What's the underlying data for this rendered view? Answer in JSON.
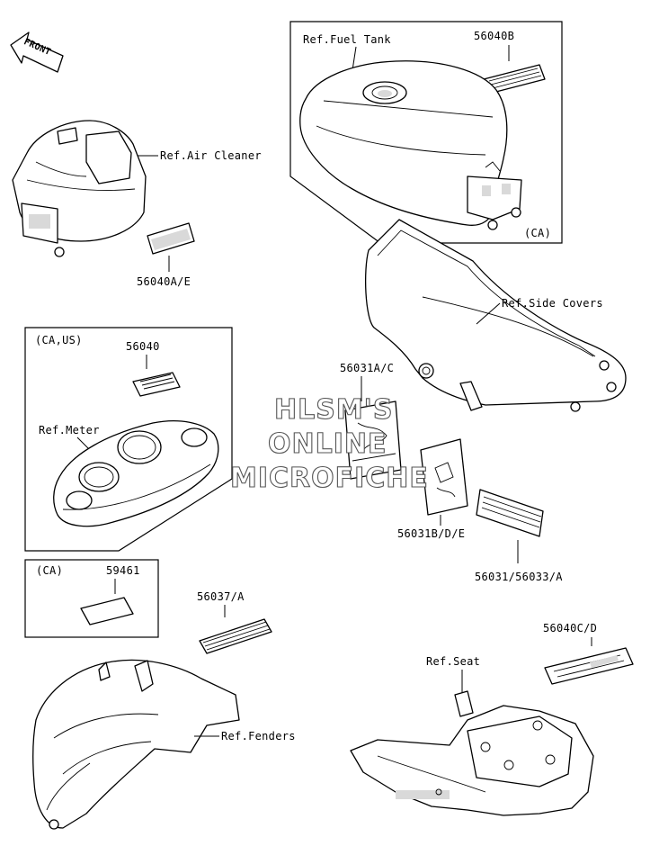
{
  "front_arrow": {
    "label": "FRONT"
  },
  "callouts": {
    "ref_fuel_tank": "Ref.Fuel Tank",
    "p56040b": "56040B",
    "ca_tank": "(CA)",
    "ref_air_cleaner": "Ref.Air Cleaner",
    "p56040ae": "56040A/E",
    "ref_side_covers": "Ref.Side Covers",
    "ca_us": "(CA,US)",
    "p56040": "56040",
    "ref_meter": "Ref.Meter",
    "p56031ac": "56031A/C",
    "p56031bde": "56031B/D/E",
    "p56031_56033a": "56031/56033/A",
    "ca_59461": "(CA)",
    "p59461": "59461",
    "p56037a": "56037/A",
    "p56040cd": "56040C/D",
    "ref_seat": "Ref.Seat",
    "ref_fenders": "Ref.Fenders"
  },
  "watermark": {
    "line1": "HLSM'S",
    "line2": "ONLINE",
    "line3": "MICROFICHE"
  }
}
